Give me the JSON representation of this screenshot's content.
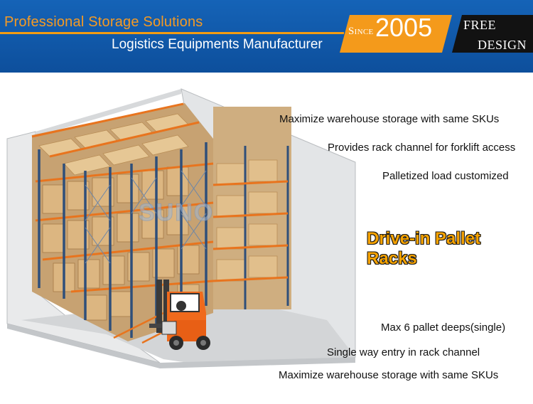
{
  "header": {
    "tagline_1": "Professional Storage Solutions",
    "tagline_2": "Logistics Equipments Manufacturer",
    "since_label": "Since",
    "since_year": "2005",
    "free_line_1": "FREE",
    "free_line_2": "DESIGN"
  },
  "product": {
    "name": "Drive-in Pallet Racks",
    "watermark": "SUNO"
  },
  "features": {
    "top": [
      "Maximize warehouse storage with same SKUs",
      "Provides rack channel for forklift access",
      "Palletized load customized"
    ],
    "bottom": [
      "Max 6 pallet deeps(single)",
      "Single way entry in rack channel",
      "Maximize warehouse storage with same SKUs"
    ]
  },
  "colors": {
    "banner_blue": "#0f54a6",
    "accent_orange": "#f49a1b",
    "rack_blue": "#2f4f7a",
    "beam_orange": "#e8741e",
    "carton": "#e2c08e",
    "forklift": "#f06a1c"
  }
}
